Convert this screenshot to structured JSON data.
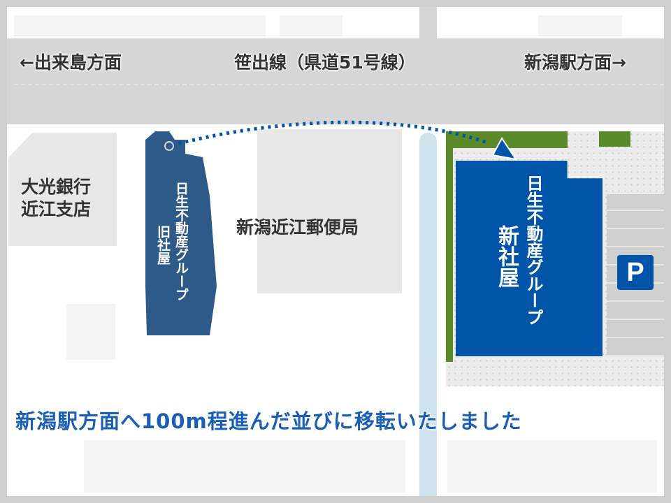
{
  "road": {
    "name": "笹出線（県道51号線）",
    "left_direction": "←出来島方面",
    "right_direction": "新潟駅方面→"
  },
  "landmarks": {
    "bank": "大光銀行\n近江支店",
    "post_office": "新潟近江郵便局"
  },
  "old_office": {
    "company": "日生不動産グループ",
    "label": "旧社屋"
  },
  "new_office": {
    "company": "日生不動産グループ",
    "label": "新社屋"
  },
  "parking": {
    "label": "P"
  },
  "caption": "新潟駅方面へ100m程進んだ並びに移転いたしました",
  "colors": {
    "new_building": "#0055a8",
    "old_building": "#2e5a8a",
    "caption": "#1a5fb4",
    "green": "#5a8a2a",
    "canal": "#cfe3ee"
  }
}
